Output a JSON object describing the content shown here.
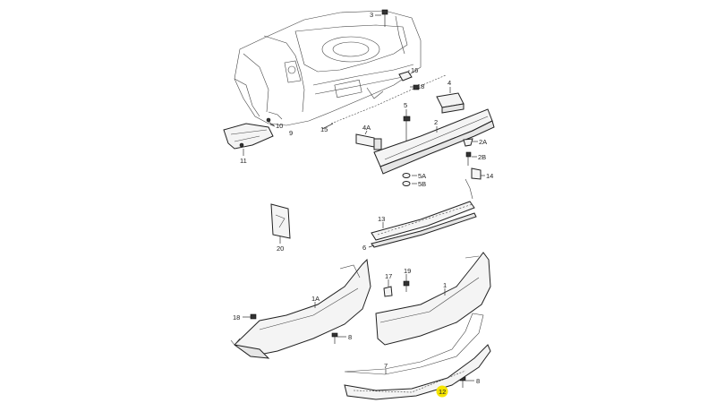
{
  "callouts": {
    "c3": "3",
    "c16": "16",
    "c18a": "18",
    "c4": "4",
    "c5": "5",
    "c2": "2",
    "c4a": "4A",
    "c10": "10",
    "c9": "9",
    "c15": "15",
    "c11": "11",
    "c2a": "2A",
    "c2b": "2B",
    "c5a": "5A",
    "c5b": "5B",
    "c14": "14",
    "c13": "13",
    "c6": "6",
    "c20": "20",
    "c17": "17",
    "c19": "19",
    "c1a": "1A",
    "c1": "1",
    "c18b": "18",
    "c8a": "8",
    "c7": "7",
    "c8b": "8",
    "c12": "12"
  },
  "highlight_color": "#f5e400"
}
